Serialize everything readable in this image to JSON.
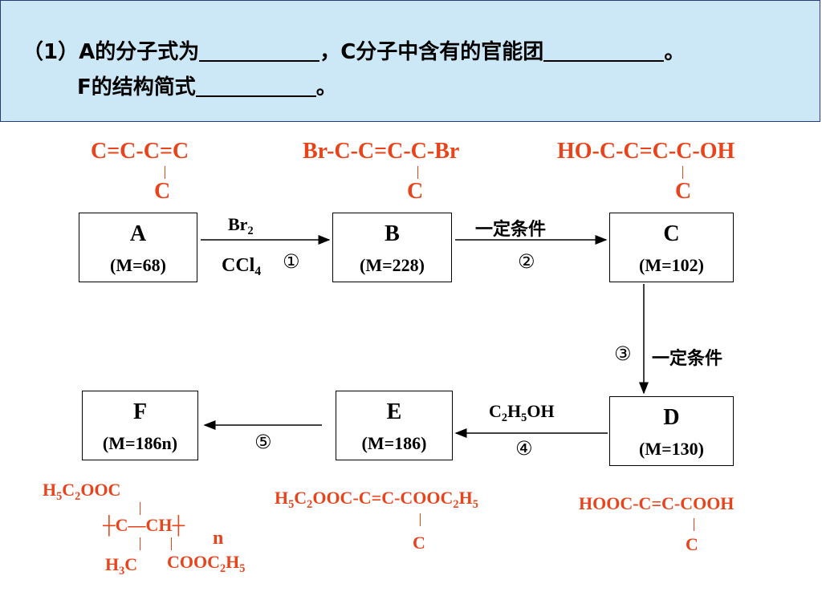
{
  "question": {
    "line1_prefix": "（1）A的分子式为",
    "line1_mid": "，C分子中含有的官能团",
    "line1_end": "。",
    "line2_prefix": "F的结构简式",
    "line2_end": "。"
  },
  "structures": {
    "A_chain": "C=C-C=C",
    "A_branch": "C",
    "B_chain": "Br-C-C=C-C-Br",
    "B_branch": "C",
    "C_chain": "HO-C-C=C-C-OH",
    "C_branch": "C",
    "D_chain": "HOOC-C=C-COOH",
    "D_branch": "C",
    "E_chain_1": "H",
    "E_chain_2": "5",
    "E_chain_3": "C",
    "E_chain_4": "2",
    "E_chain_5": "OOC-C=C-COOC",
    "E_chain_6": "2",
    "E_chain_7": "H",
    "E_chain_8": "5",
    "E_branch": "C",
    "F_top_1": "H",
    "F_top_2": "5",
    "F_top_3": "C",
    "F_top_4": "2",
    "F_top_5": "OOC",
    "F_backbone": "┼C—CH┼",
    "F_n": "n",
    "F_left_1": "H",
    "F_left_2": "3",
    "F_left_3": "C",
    "F_right_1": "COOC",
    "F_right_2": "2",
    "F_right_3": "H",
    "F_right_4": "5"
  },
  "boxes": {
    "A": {
      "letter": "A",
      "mass": "(M=68)"
    },
    "B": {
      "letter": "B",
      "mass": "(M=228)"
    },
    "C": {
      "letter": "C",
      "mass": "(M=102)"
    },
    "D": {
      "letter": "D",
      "mass": "(M=130)"
    },
    "E": {
      "letter": "E",
      "mass": "(M=186)"
    },
    "F": {
      "letter": "F",
      "mass": "(M=186n)"
    }
  },
  "reactions": {
    "r1_top_1": "Br",
    "r1_top_2": "2",
    "r1_bottom_1": "CCl",
    "r1_bottom_2": "4",
    "r1_num": "①",
    "r2_top": "一定条件",
    "r2_num": "②",
    "r3_num": "③",
    "r3_label": "一定条件",
    "r4_top_1": "C",
    "r4_top_2": "2",
    "r4_top_3": "H",
    "r4_top_4": "5",
    "r4_top_5": "OH",
    "r4_num": "④",
    "r5_num": "⑤"
  },
  "colors": {
    "panel_bg": "#cce8f7",
    "structure_red": "#e8431a"
  }
}
